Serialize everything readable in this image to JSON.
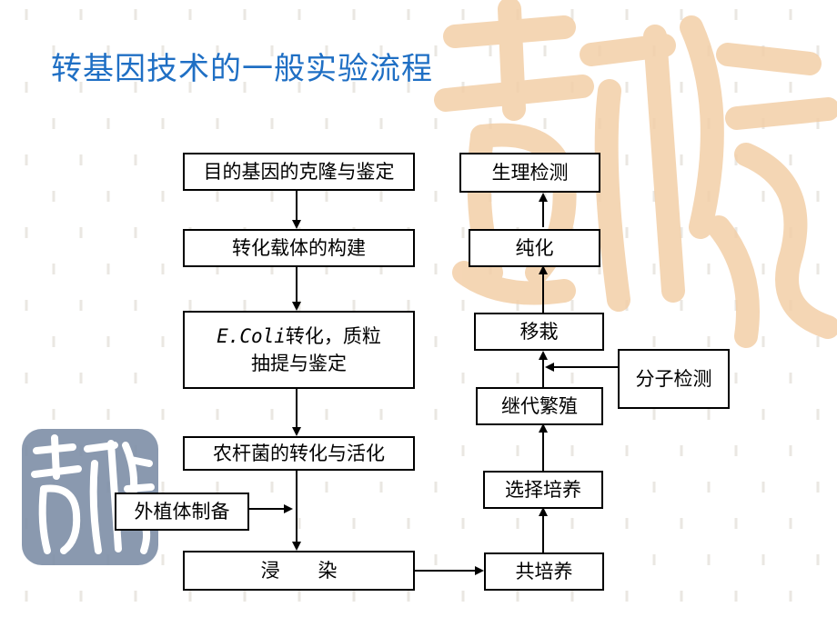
{
  "title": "转基因技术的一般实验流程",
  "left_column": {
    "step1": "目的基因的克隆与鉴定",
    "step2": "转化载体的构建",
    "step3_em": "E.Coli",
    "step3_line1_rest": "转化，质粒",
    "step3_line2": "抽提与鉴定",
    "step4": "农杆菌的转化与活化",
    "explant": "外植体制备",
    "step5": "浸　　染"
  },
  "right_column": {
    "cocultivation": "共培养",
    "selection": "选择培养",
    "subculture": "继代繁殖",
    "molecular_detection": "分子检测",
    "transplant": "移栽",
    "purification": "纯化",
    "physiological_detection": "生理检测"
  },
  "colors": {
    "title": "#1f6fc4",
    "watermark": "#f3cfa8",
    "seal": "#7d8ea6",
    "border": "#000000"
  }
}
